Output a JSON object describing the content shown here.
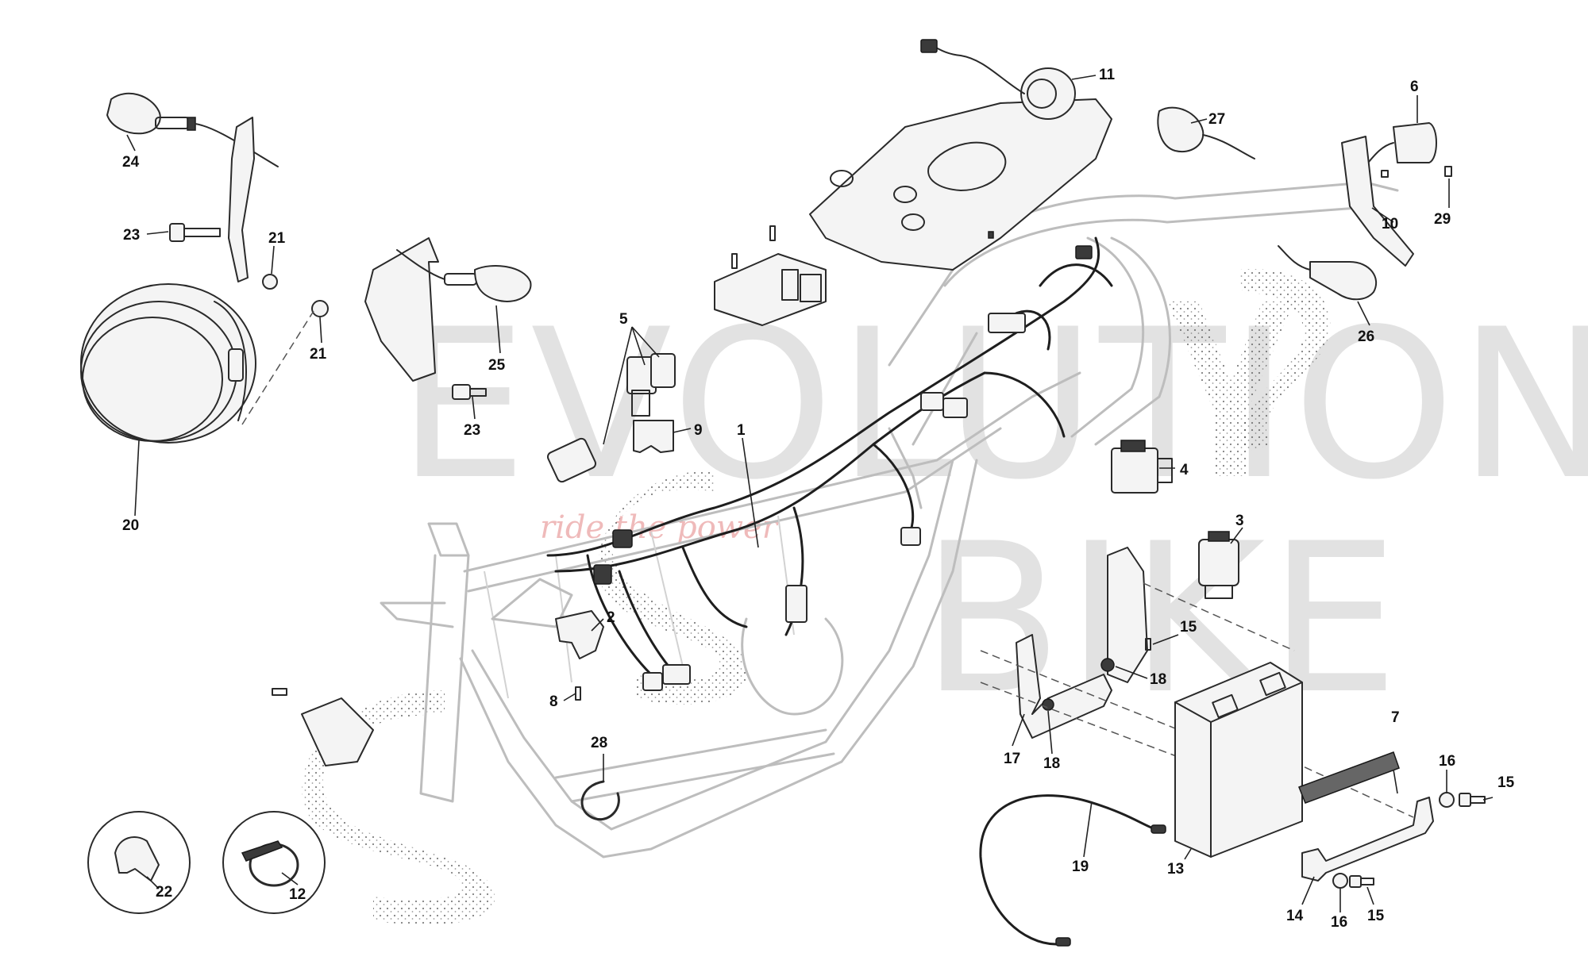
{
  "watermark": {
    "brand_lines": [
      "EVOLUTION",
      "BIKE"
    ],
    "tagline": "ride the power"
  },
  "callouts": [
    {
      "id": "c1",
      "label": "1"
    },
    {
      "id": "c2",
      "label": "2"
    },
    {
      "id": "c3",
      "label": "3"
    },
    {
      "id": "c4",
      "label": "4"
    },
    {
      "id": "c5",
      "label": "5"
    },
    {
      "id": "c6",
      "label": "6"
    },
    {
      "id": "c7",
      "label": "7"
    },
    {
      "id": "c8",
      "label": "8"
    },
    {
      "id": "c9",
      "label": "9"
    },
    {
      "id": "c10",
      "label": "10"
    },
    {
      "id": "c11",
      "label": "11"
    },
    {
      "id": "c12",
      "label": "12"
    },
    {
      "id": "c13",
      "label": "13"
    },
    {
      "id": "c14",
      "label": "14"
    },
    {
      "id": "c15a",
      "label": "15"
    },
    {
      "id": "c15b",
      "label": "15"
    },
    {
      "id": "c15c",
      "label": "15"
    },
    {
      "id": "c16a",
      "label": "16"
    },
    {
      "id": "c16b",
      "label": "16"
    },
    {
      "id": "c17",
      "label": "17"
    },
    {
      "id": "c18a",
      "label": "18"
    },
    {
      "id": "c18b",
      "label": "18"
    },
    {
      "id": "c19",
      "label": "19"
    },
    {
      "id": "c20",
      "label": "20"
    },
    {
      "id": "c21a",
      "label": "21"
    },
    {
      "id": "c21b",
      "label": "21"
    },
    {
      "id": "c22",
      "label": "22"
    },
    {
      "id": "c23a",
      "label": "23"
    },
    {
      "id": "c23b",
      "label": "23"
    },
    {
      "id": "c24",
      "label": "24"
    },
    {
      "id": "c25",
      "label": "25"
    },
    {
      "id": "c26",
      "label": "26"
    },
    {
      "id": "c27",
      "label": "27"
    },
    {
      "id": "c28",
      "label": "28"
    },
    {
      "id": "c29",
      "label": "29"
    }
  ]
}
